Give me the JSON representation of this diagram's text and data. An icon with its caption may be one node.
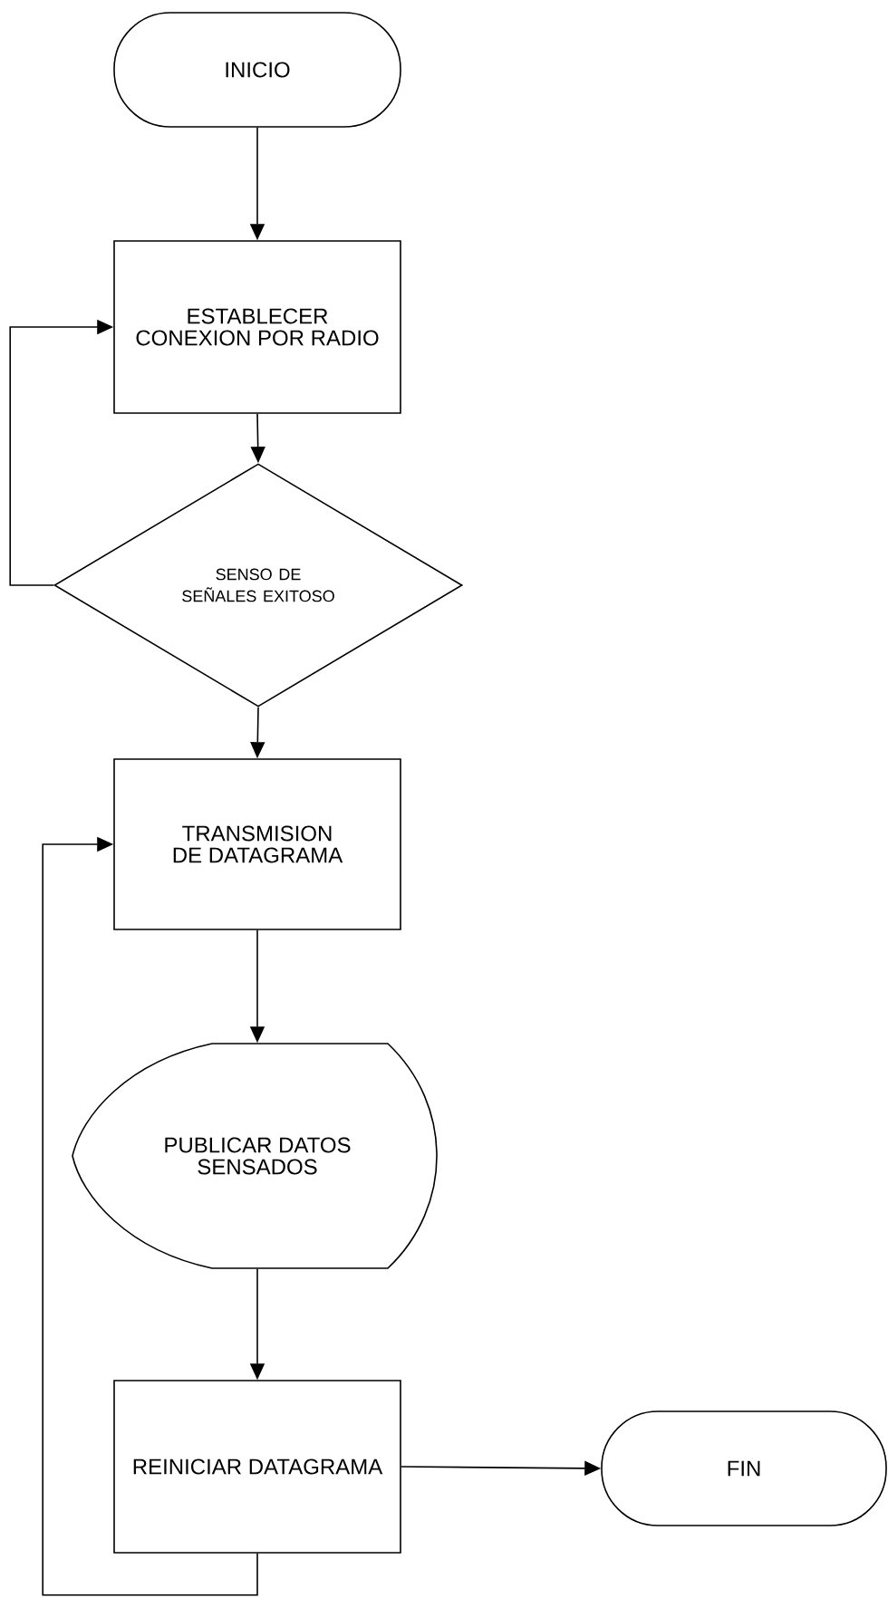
{
  "diagram": {
    "nodes": [
      {
        "text": [
          "INICIO"
        ]
      },
      {
        "text": [
          "ESTABLECER CONEXION POR RADIO"
        ]
      },
      {
        "text": [
          "SENSO DE SEÑALES EXITOSO"
        ]
      },
      {
        "text": [
          "TRANSMISION DE DATAGRAMA"
        ]
      },
      {
        "text": [
          "PUBLICAR DATOS SENSADOS"
        ]
      },
      {
        "text": [
          "REINICIAR DATAGRAMA"
        ]
      },
      {
        "text": [
          "FIN"
        ]
      }
    ],
    "edges": [
      {
        "from": 0,
        "to": 1,
        "arrow": "to"
      },
      {
        "from": 1,
        "to": 2,
        "arrow": "to"
      },
      {
        "from": 2,
        "to": 1,
        "arrow": "to"
      },
      {
        "from": 2,
        "to": 3,
        "arrow": "to"
      },
      {
        "from": 3,
        "to": 4,
        "arrow": "to"
      },
      {
        "from": 4,
        "to": 5,
        "arrow": "to"
      },
      {
        "from": 5,
        "to": 6,
        "arrow": "to"
      },
      {
        "from": 5,
        "to": 3,
        "arrow": "to"
      }
    ]
  }
}
